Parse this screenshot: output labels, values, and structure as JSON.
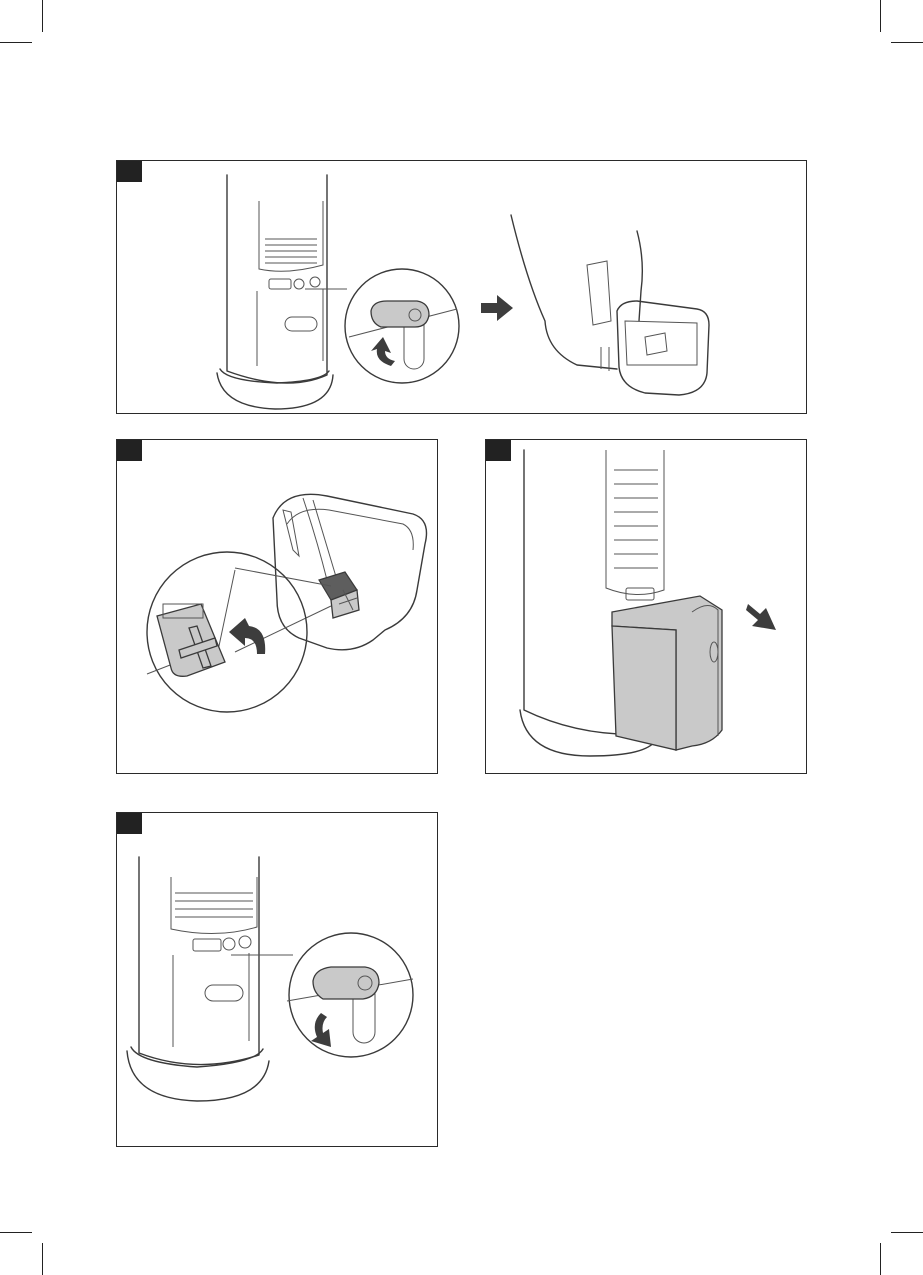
{
  "page": {
    "panel_count": 4,
    "accent_color": "#222222",
    "highlight_color": "#c9c9c9"
  },
  "panels": [
    {
      "id": "panel-1",
      "icons": [
        "tower-unit-icon",
        "drain-knob-icon",
        "rotate-up-arrow-icon",
        "right-arrow-icon",
        "water-tank-icon"
      ]
    },
    {
      "id": "panel-2",
      "icons": [
        "water-tank-open-icon",
        "float-valve-icon",
        "rotate-counterclockwise-icon"
      ]
    },
    {
      "id": "panel-3",
      "icons": [
        "tower-unit-icon",
        "tank-removal-icon",
        "down-right-arrow-icon"
      ]
    },
    {
      "id": "panel-4",
      "icons": [
        "tower-unit-icon",
        "drain-knob-icon",
        "rotate-down-arrow-icon"
      ]
    }
  ]
}
